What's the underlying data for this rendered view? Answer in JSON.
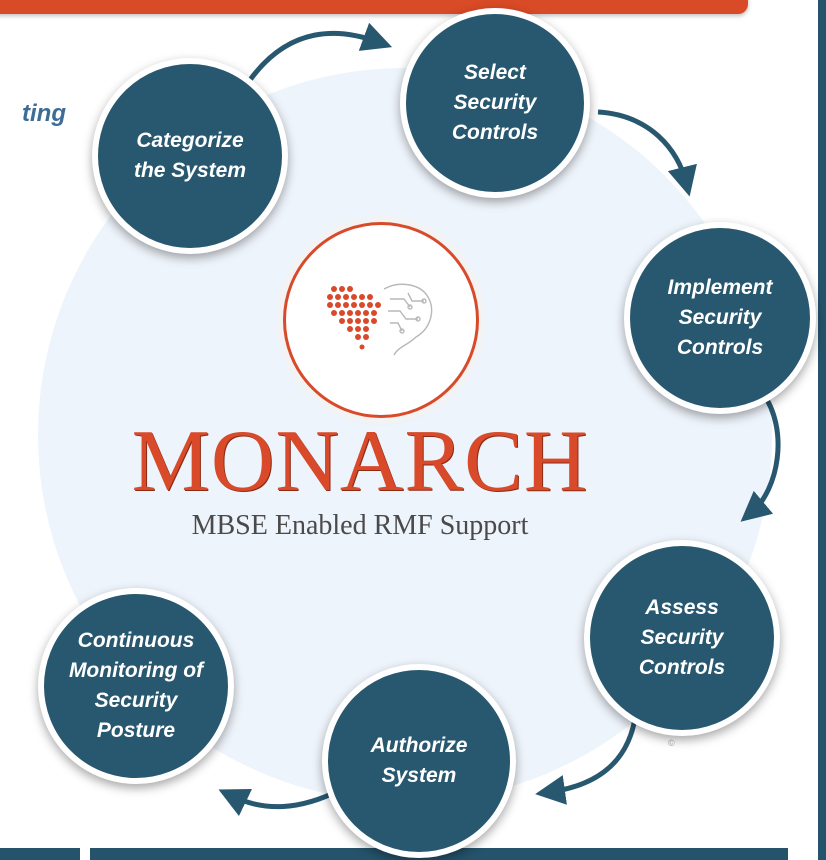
{
  "partial_text": "ting",
  "steps": {
    "categorize": "Categorize\nthe System",
    "select": "Select\nSecurity\nControls",
    "implement": "Implement\nSecurity\nControls",
    "assess": "Assess\nSecurity\nControls",
    "authorize": "Authorize\nSystem",
    "monitor": "Continuous\nMonitoring of\nSecurity\nPosture"
  },
  "logo": {
    "title": "MONARCH",
    "subtitle": "MBSE Enabled RMF Support",
    "mark": "©"
  },
  "colors": {
    "step_fill": "#28586f",
    "accent_orange": "#d84a2a",
    "background_circle": "#eef4fb",
    "partial_text": "#3d6c96"
  }
}
